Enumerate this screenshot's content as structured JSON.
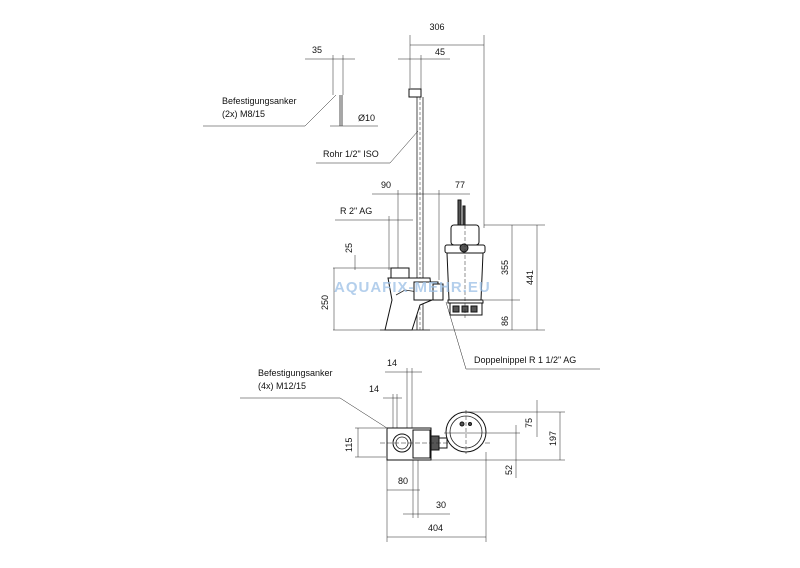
{
  "drawing": {
    "side_view": {
      "dimensions": {
        "overall_width": "306",
        "pipe_offset": "45",
        "anchor_spacing": "35",
        "anchor_diameter": "Ø10",
        "outlet_width": "90",
        "pump_offset": "77",
        "top_offset": "25",
        "outlet_height": "250",
        "pump_height": "355",
        "total_height": "441",
        "base_height": "86"
      },
      "labels": {
        "anchor_line1": "Befestigungsanker",
        "anchor_line2": "(2x) M8/15",
        "pipe": "Rohr 1/2\" ISO",
        "thread": "R 2\" AG",
        "nipple": "Doppelnippel R 1 1/2\" AG"
      }
    },
    "top_view": {
      "dimensions": {
        "anchor_width_top": "14",
        "anchor_width_left": "14",
        "base_depth": "115",
        "motor_offset": "75",
        "total_depth": "197",
        "axis_offset": "52",
        "anchor_spacing": "80",
        "pipe_offset": "30",
        "total_length": "404"
      },
      "labels": {
        "anchor_line1": "Befestigungsanker",
        "anchor_line2": "(4x) M12/15"
      }
    },
    "watermark": "AQUAFIX-MEHR.EU"
  }
}
